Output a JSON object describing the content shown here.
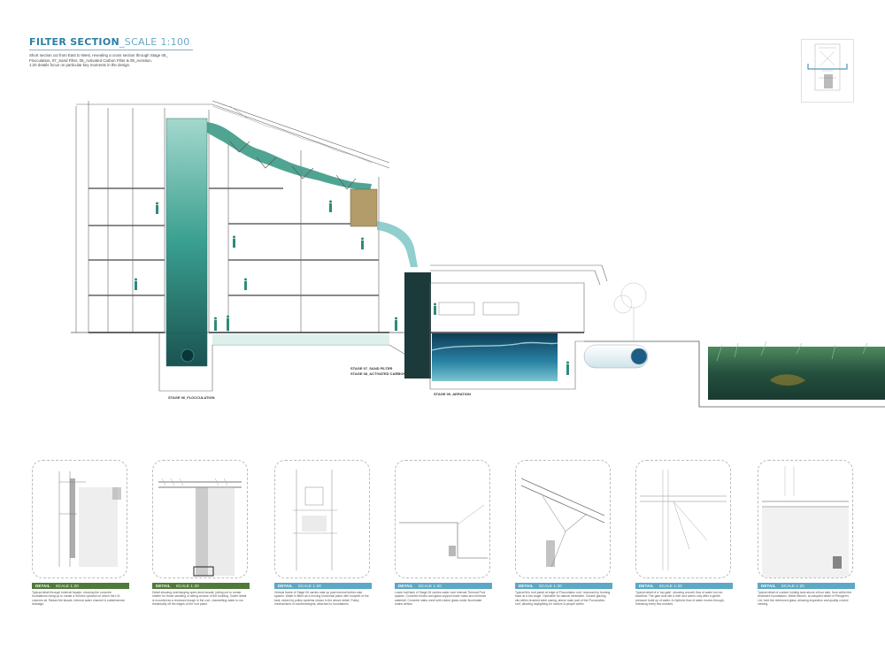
{
  "header": {
    "title": "FILTER SECTION",
    "scale": "_SCALE 1:100",
    "description": [
      "Short section cut from East to West, revealing a cross section through Stage 06_",
      "Flocculation, 07_Sand Filter, 08_Activated Carbon Filter & 09_Aeration.",
      "1:20 details focus on particular key moments in the design."
    ]
  },
  "labels": {
    "flocculation": "STAGE 06_FLOCCULATION",
    "sand_filter": "STAGE 07_SAND FILTER",
    "activated_carbon": "STAGE 08_ACTIVATED CARBON",
    "aeration": "STAGE 09_AERATION"
  },
  "colors": {
    "accent_blue": "#2d7fa4",
    "detail_green": "#4f7a3a",
    "detail_blue": "#5ba9c4",
    "water_teal": "#2f9a8a",
    "reed_green": "#24503e"
  },
  "details": [
    {
      "label": "DETAIL",
      "scale": "SCALE 1:20",
      "color": "green",
      "note": "Typical detail through external facade, showing the concrete foundations rising up to create a 900mm upstand on which the LVL columns sit. Raised tile facade, internal water channel & subterranean drainage."
    },
    {
      "label": "DETAIL",
      "scale": "SCALE 1:20",
      "color": "green",
      "note": "Detail showing overhanging open-deck facade, jutting out to create shelter for those standing or sitting at base of the building. Gutter detail is mounted as a recessed trough in the roof, channelling water to run theatrically off the edges of the roof plane."
    },
    {
      "label": "DETAIL",
      "scale": "SCALE 1:20",
      "color": "blue",
      "note": "Vertical frame of Stage 06 carries stair up past internal timber-clad spaces. Water is lifted as a moving horizontal plane with footprint of the tank, raised by pulley systems shown in the above detail. Pulley mechanisms of counterweights, attached to foundations."
    },
    {
      "label": "DETAIL",
      "scale": "SCALE 1:20",
      "color": "blue",
      "note": "Lower half tank of Stage 06 carries water over internal Thermal Pool spaces. Concrete blocks and glass support lower mass and enhance waterfall. Concrete slabs meet with rubber glass under floor/water mains airflow."
    },
    {
      "label": "DETAIL",
      "scale": "SCALE 1:20",
      "color": "blue",
      "note": "Typical thin roof panel at edge of Flocculation roof, recessed by forming base at a low angle. Openable for natural ventilation. Double glazing sits within brushed steel casing, above main part of the Flocculation roof, allowing daylighting for visitors & people within."
    },
    {
      "label": "DETAIL",
      "scale": "SCALE 1:20",
      "color": "blue",
      "note": "Typical detail of a 'top gate', showing smooth flow of water but not backflow. The gate acts like a weir and warns only after a gentle pressure build up of water. A rhythmic flow of water moves through, releasing every few minutes."
    },
    {
      "label": "DETAIL",
      "scale": "SCALE 1:20",
      "color": "blue",
      "note": "Typical detail of custom holding tank above a floor slab, from within the treatment foundations. Metal fixtures, an adopted detail of Filtrogen's Ltd, hold the reinforced glass, allowing inspection and quality control viewing."
    }
  ]
}
